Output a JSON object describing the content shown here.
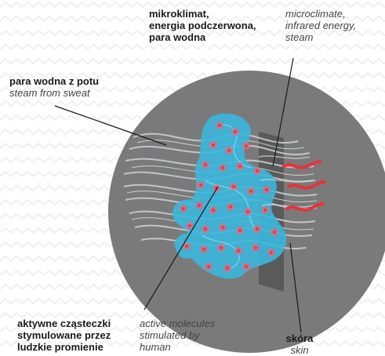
{
  "labels": {
    "microclimate_pl_1": "mikroklimat,",
    "microclimate_pl_2": "energia podczerwona,",
    "microclimate_pl_3": "para wodna",
    "microclimate_en_1": "microclimate,",
    "microclimate_en_2": "infrared energy,",
    "microclimate_en_3": "steam",
    "sweat_pl": "para wodna z potu",
    "sweat_en": "steam from sweat",
    "molecules_pl_1": "aktywne cząsteczki",
    "molecules_pl_2": "stymulowane przez",
    "molecules_pl_3": "ludzkie promienie",
    "molecules_en_1": "active molecules",
    "molecules_en_2": "stimulated by",
    "molecules_en_3": "human",
    "skin_pl": "skóra",
    "skin_en": "skin"
  },
  "colors": {
    "circle": "#7a7a7a",
    "skin_panel": "#5a5a5a",
    "fibers": "#cfd3d6",
    "molecule_cluster": "#3ab8dc",
    "molecule_dot": "#c8283c",
    "heat_waves": "#e8323c"
  }
}
